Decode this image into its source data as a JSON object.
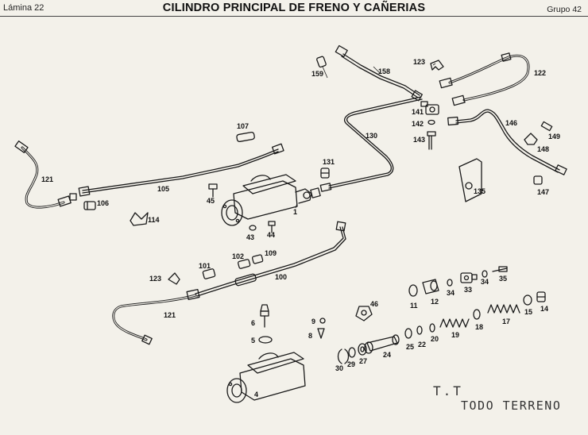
{
  "header": {
    "plate": "Lámina 22",
    "title": "CILINDRO PRINCIPAL DE FRENO Y CAÑERIAS",
    "group": "Grupo 42"
  },
  "stamp": {
    "initials": "T.T",
    "name": "TODO TERRENO"
  },
  "parts": [
    {
      "id": "p1",
      "label": "1"
    },
    {
      "id": "p4",
      "label": "4"
    },
    {
      "id": "p5",
      "label": "5"
    },
    {
      "id": "p6",
      "label": "6"
    },
    {
      "id": "p8",
      "label": "8"
    },
    {
      "id": "p9",
      "label": "9"
    },
    {
      "id": "p11",
      "label": "11"
    },
    {
      "id": "p12",
      "label": "12"
    },
    {
      "id": "p14",
      "label": "14"
    },
    {
      "id": "p15",
      "label": "15"
    },
    {
      "id": "p17",
      "label": "17"
    },
    {
      "id": "p18",
      "label": "18"
    },
    {
      "id": "p19",
      "label": "19"
    },
    {
      "id": "p20",
      "label": "20"
    },
    {
      "id": "p22",
      "label": "22"
    },
    {
      "id": "p24",
      "label": "24"
    },
    {
      "id": "p25",
      "label": "25"
    },
    {
      "id": "p27",
      "label": "27"
    },
    {
      "id": "p29",
      "label": "29"
    },
    {
      "id": "p30",
      "label": "30"
    },
    {
      "id": "p33",
      "label": "33"
    },
    {
      "id": "p34a",
      "label": "34"
    },
    {
      "id": "p34b",
      "label": "34"
    },
    {
      "id": "p35",
      "label": "35"
    },
    {
      "id": "p43",
      "label": "43"
    },
    {
      "id": "p44",
      "label": "44"
    },
    {
      "id": "p45",
      "label": "45"
    },
    {
      "id": "p46",
      "label": "46"
    },
    {
      "id": "p100",
      "label": "100"
    },
    {
      "id": "p101",
      "label": "101"
    },
    {
      "id": "p102",
      "label": "102"
    },
    {
      "id": "p105",
      "label": "105"
    },
    {
      "id": "p106",
      "label": "106"
    },
    {
      "id": "p107",
      "label": "107"
    },
    {
      "id": "p109",
      "label": "109"
    },
    {
      "id": "p114",
      "label": "114"
    },
    {
      "id": "p121a",
      "label": "121"
    },
    {
      "id": "p121b",
      "label": "121"
    },
    {
      "id": "p122",
      "label": "122"
    },
    {
      "id": "p123a",
      "label": "123"
    },
    {
      "id": "p123b",
      "label": "123"
    },
    {
      "id": "p130",
      "label": "130"
    },
    {
      "id": "p131",
      "label": "131"
    },
    {
      "id": "p135",
      "label": "135"
    },
    {
      "id": "p141",
      "label": "141"
    },
    {
      "id": "p142",
      "label": "142"
    },
    {
      "id": "p143",
      "label": "143"
    },
    {
      "id": "p146",
      "label": "146"
    },
    {
      "id": "p147",
      "label": "147"
    },
    {
      "id": "p148",
      "label": "148"
    },
    {
      "id": "p149",
      "label": "149"
    },
    {
      "id": "p158",
      "label": "158"
    },
    {
      "id": "p159",
      "label": "159"
    }
  ]
}
